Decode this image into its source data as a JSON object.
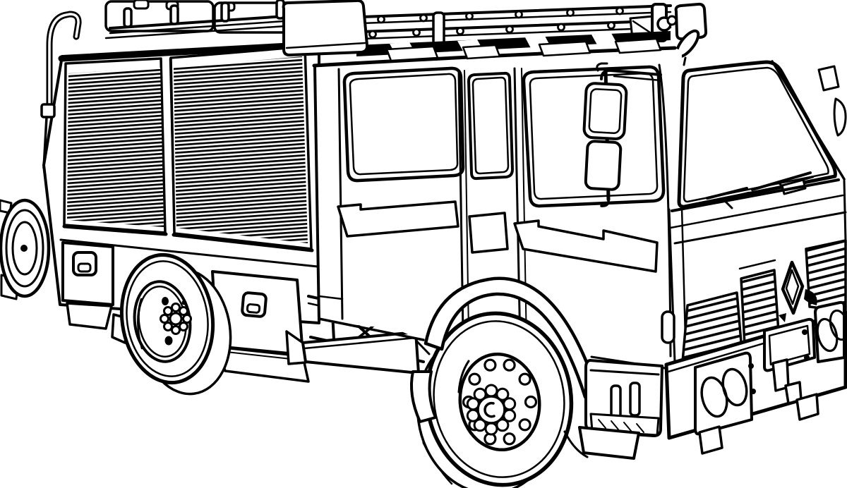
{
  "page": {
    "background_color": "#ffffff"
  },
  "illustration": {
    "title": "Fire truck line drawing",
    "description": "Black-and-white coloring-page style line drawing of a fire engine viewed from the front right three-quarter angle, with roller-shutter equipment lockers, a roof-mounted ladder and storage boxes, a crew cab with three windows, hanging twin side mirrors, a windshield with wipers, a slatted front grille with a diamond logo, and a front bumper with twin headlights, a license plate and a tow hook.",
    "style": "coloring-page-outline",
    "stroke_color": "#000000",
    "paper_color": "#ffffff"
  }
}
